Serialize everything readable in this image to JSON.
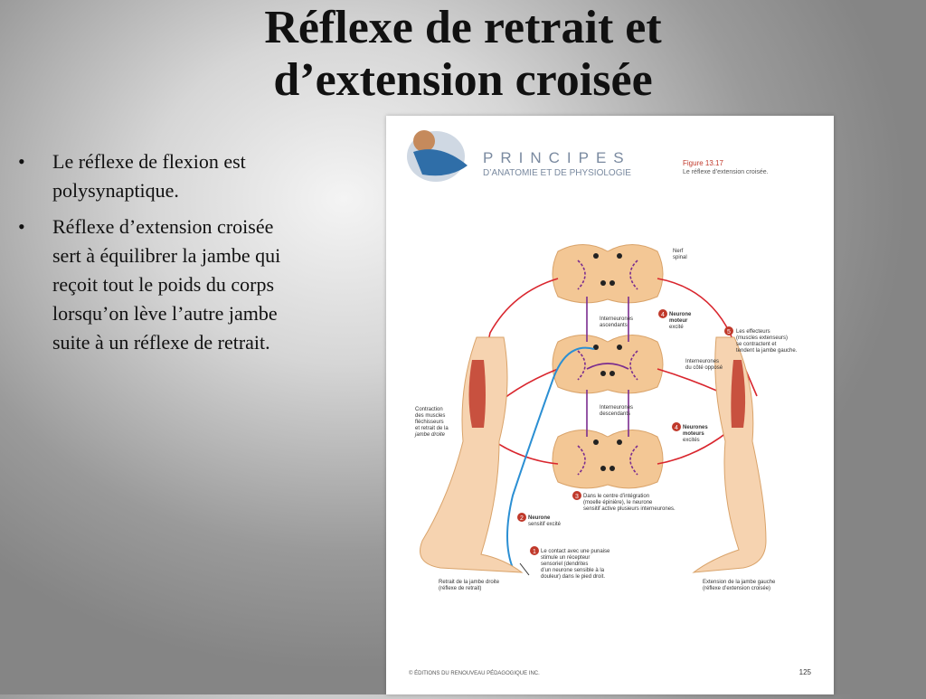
{
  "slide": {
    "title_line1": "Réflexe de retrait et",
    "title_line2": "d’extension croisée",
    "bullets": [
      "Le réflexe de flexion est polysynaptique.",
      "Réflexe d’extension croisée  sert à équilibrer  la jambe qui reçoit tout le poids du corps lorsqu’on lève l’autre jambe suite à un réflexe de retrait."
    ],
    "bullet_symbol": "•"
  },
  "figure": {
    "book_title": "PRINCIPES",
    "book_subtitle": "D’ANATOMIE ET DE PHYSIOLOGIE",
    "figure_number": "Figure 13.17",
    "figure_caption": "Le réflexe d’extension croisée.",
    "labels": {
      "nerf_spinal_1": "Nerf",
      "nerf_spinal_2": "spinal",
      "inter_asc_1": "Interneurones",
      "inter_asc_2": "ascendants",
      "inter_opp_1": "Interneurones",
      "inter_opp_2": "du côté opposé",
      "inter_desc_1": "Interneurones",
      "inter_desc_2": "descendants",
      "step4a_1": "Neurone",
      "step4a_2": "moteur",
      "step4a_3": "excité",
      "step5_1": "Les effecteurs",
      "step5_2": "(muscles extenseurs)",
      "step5_3": "se contractent et",
      "step5_4": "tendent la jambe gauche.",
      "step4b_1": "Neurones",
      "step4b_2": "moteurs",
      "step4b_3": "excités",
      "contraction_1": "Contraction",
      "contraction_2": "des muscles",
      "contraction_3": "fléchisseurs",
      "contraction_4": "et retrait de la",
      "contraction_5": "jambe droite",
      "step3_1": "Dans le centre d’intégration",
      "step3_2": "(moelle épinière), le neurone",
      "step3_3": "sensitif active plusieurs interneurones.",
      "step2_1": "Neurone",
      "step2_2": "sensitif excité",
      "step1_1": "Le contact avec une punaise",
      "step1_2": "stimule un récepteur",
      "step1_3": "sensoriel (dendrites",
      "step1_4": "d’un neurone sensible à la",
      "step1_5": "douleur) dans le pied droit.",
      "retrait_1": "Retrait de la jambe droite",
      "retrait_2": "(réflexe de retrait)",
      "extension_1": "Extension de la jambe gauche",
      "extension_2": "(réflexe d’extension croisée)"
    },
    "step_numbers": [
      "1",
      "2",
      "3",
      "4",
      "4",
      "5"
    ],
    "footer_left": "© ÉDITIONS DU RENOUVEAU PÉDAGOGIQUE INC.",
    "footer_page": "125",
    "colors": {
      "red_neuron": "#d9262e",
      "blue_neuron": "#2b8fd3",
      "purple_interneuron": "#7b2d8f",
      "spinal_tan": "#f3c795",
      "book_title_color": "#7a8aa0",
      "figure_label_color": "#c0392b"
    }
  }
}
